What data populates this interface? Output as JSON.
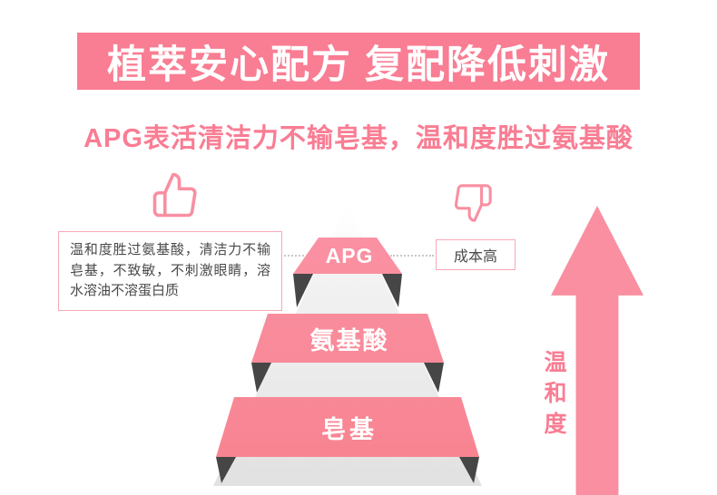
{
  "banner": {
    "title": "植萃安心配方 复配降低刺激"
  },
  "subtitle": {
    "text": "APG表活清洁力不输皂基，温和度胜过氨基酸"
  },
  "pros": {
    "icon": "thumbs-up-icon",
    "note": "温和度胜过氨基酸，清洁力不输皂基，不致敏，不刺激眼睛，溶水溶油不溶蛋白质"
  },
  "cons": {
    "icon": "thumbs-down-icon",
    "note": "成本高"
  },
  "pyramid": {
    "levels": [
      {
        "label": "APG"
      },
      {
        "label": "氨基酸"
      },
      {
        "label": "皂基"
      }
    ]
  },
  "axis": {
    "label": "温和度",
    "direction": "up"
  },
  "colors": {
    "banner_pink": "#f97d93",
    "band_pink": "#f8828f",
    "arrow_pink": "#f98fa1",
    "box_border_pink": "#f8a9b6",
    "fold_shadow": "#464646"
  }
}
